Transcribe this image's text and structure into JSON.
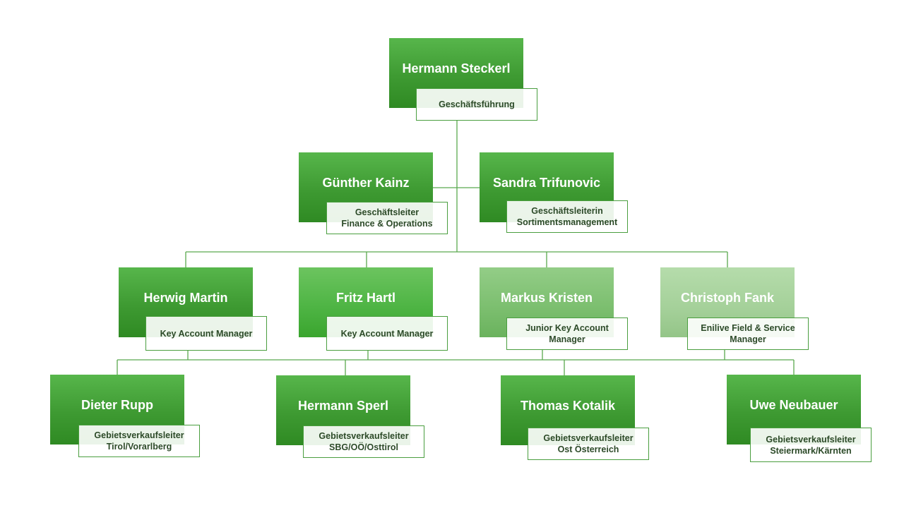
{
  "colors": {
    "connector": "#5aa94f",
    "accent": "#3e9a32"
  },
  "nodes": {
    "ceo": {
      "name": "Hermann Steckerl",
      "role1": "Geschäftsführung",
      "role2": ""
    },
    "finance": {
      "name": "Günther Kainz",
      "role1": "Geschäftsleiter",
      "role2": "Finance & Operations"
    },
    "sortiment": {
      "name": "Sandra Trifunovic",
      "role1": "Geschäftsleiterin",
      "role2": "Sortimentsmanagement"
    },
    "martin": {
      "name": "Herwig Martin",
      "role1": "Key Account Manager",
      "role2": ""
    },
    "hartl": {
      "name": "Fritz Hartl",
      "role1": "Key Account Manager",
      "role2": ""
    },
    "kristen": {
      "name": "Markus Kristen",
      "role1": "Junior Key Account",
      "role2": "Manager"
    },
    "fank": {
      "name": "Christoph Fank",
      "role1": "Enilive Field & Service",
      "role2": "Manager"
    },
    "rupp": {
      "name": "Dieter Rupp",
      "role1": "Gebietsverkaufsleiter",
      "role2": "Tirol/Vorarlberg"
    },
    "sperl": {
      "name": "Hermann Sperl",
      "role1": "Gebietsverkaufsleiter",
      "role2": "SBG/OÖ/Osttirol"
    },
    "kotalik": {
      "name": "Thomas Kotalik",
      "role1": "Gebietsverkaufsleiter",
      "role2": "Ost Österreich"
    },
    "neubauer": {
      "name": "Uwe Neubauer",
      "role1": "Gebietsverkaufsleiter",
      "role2": "Steiermark/Kärnten"
    }
  }
}
